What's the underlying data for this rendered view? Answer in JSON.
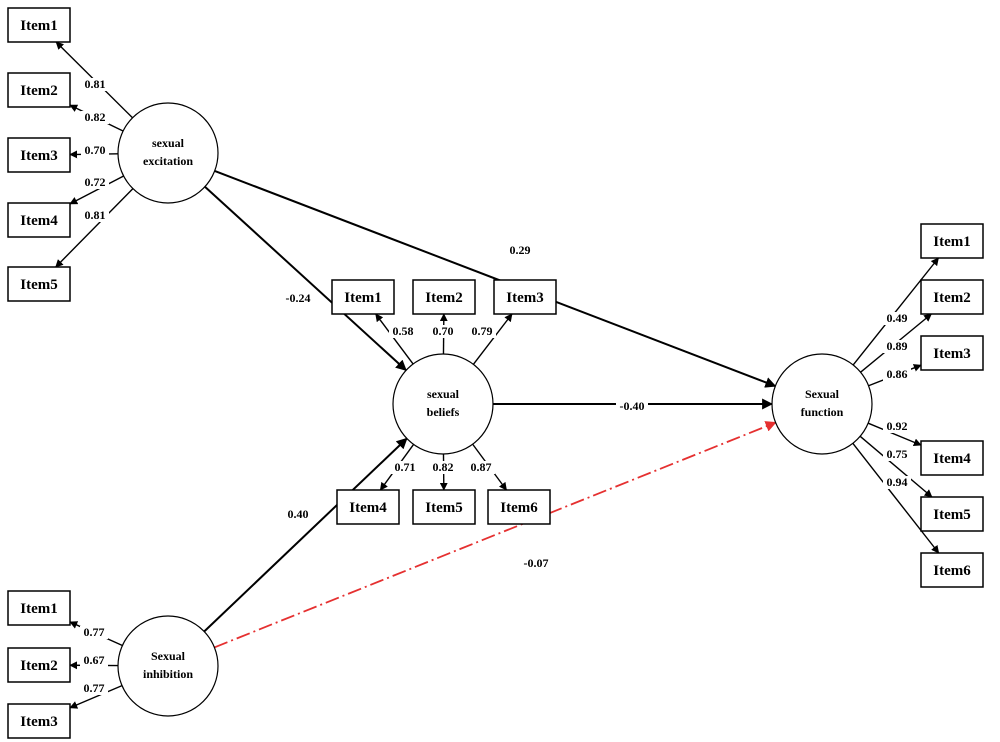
{
  "latents": [
    {
      "id": "excitation",
      "lines": [
        "sexual",
        "excitation"
      ]
    },
    {
      "id": "inhibition",
      "lines": [
        "Sexual",
        "inhibition"
      ]
    },
    {
      "id": "beliefs",
      "lines": [
        "sexual",
        "beliefs"
      ]
    },
    {
      "id": "function",
      "lines": [
        "Sexual",
        "function"
      ]
    }
  ],
  "indicators": {
    "excitation": [
      "Item1",
      "Item2",
      "Item3",
      "Item4",
      "Item5"
    ],
    "inhibition": [
      "Item1",
      "Item2",
      "Item3"
    ],
    "beliefs": [
      "Item1",
      "Item2",
      "Item3",
      "Item4",
      "Item5",
      "Item6"
    ],
    "function": [
      "Item1",
      "Item2",
      "Item3",
      "Item4",
      "Item5",
      "Item6"
    ]
  },
  "loadings": {
    "excitation": [
      "0.81",
      "0.82",
      "0.70",
      "0.72",
      "0.81"
    ],
    "inhibition": [
      "0.77",
      "0.67",
      "0.77"
    ],
    "beliefs": [
      "0.58",
      "0.70",
      "0.79",
      "0.71",
      "0.82",
      "0.87"
    ],
    "function": [
      "0.49",
      "0.89",
      "0.86",
      "0.92",
      "0.75",
      "0.94"
    ]
  },
  "paths": [
    {
      "from": "excitation",
      "to": "function",
      "coef": "0.29",
      "significant": true
    },
    {
      "from": "excitation",
      "to": "beliefs",
      "coef": "-0.24",
      "significant": true
    },
    {
      "from": "beliefs",
      "to": "function",
      "coef": "-0.40",
      "significant": true
    },
    {
      "from": "inhibition",
      "to": "beliefs",
      "coef": "0.40",
      "significant": true
    },
    {
      "from": "inhibition",
      "to": "function",
      "coef": "-0.07",
      "significant": false
    }
  ],
  "colors": {
    "line": "#000000",
    "nonsignificant": "#e53030"
  }
}
